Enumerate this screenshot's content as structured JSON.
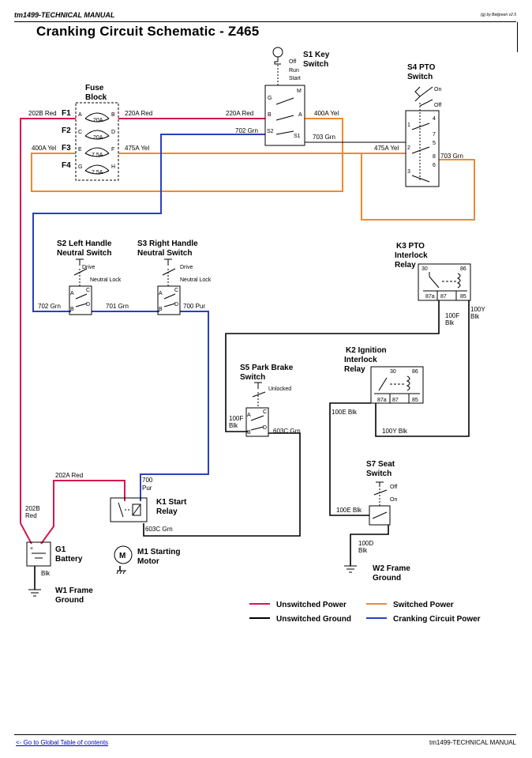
{
  "header": {
    "manual": "tm1499-TECHNICAL MANUAL",
    "copyright": "(g) by Belgreen v2.5"
  },
  "title": "Cranking Circuit Schematic - Z465",
  "colors": {
    "unswitched_power": "#d6174f",
    "switched_power": "#ef8a2d",
    "ground": "#000000",
    "cranking_power": "#2b3fc4"
  },
  "components": {
    "fuse_block": {
      "title1": "Fuse",
      "title2": "Block",
      "fuses": [
        {
          "id": "F1",
          "in": "A",
          "out": "B",
          "rating": "20A"
        },
        {
          "id": "F2",
          "in": "C",
          "out": "D",
          "rating": "20A"
        },
        {
          "id": "F3",
          "in": "E",
          "out": "F",
          "rating": "7.5A"
        },
        {
          "id": "F4",
          "in": "G",
          "out": "H",
          "rating": "7.5A"
        }
      ]
    },
    "s1": {
      "title1": "S1 Key",
      "title2": "Switch",
      "pos": [
        "Off",
        "Run",
        "Start"
      ],
      "terms": [
        "M",
        "G",
        "B",
        "A",
        "S2",
        "S1"
      ]
    },
    "s4": {
      "title1": "S4 PTO",
      "title2": "Switch",
      "pos": [
        "On",
        "Off"
      ],
      "terms": [
        "1",
        "4",
        "7",
        "5",
        "2",
        "8",
        "6",
        "3"
      ]
    },
    "s2": {
      "title1": "S2 Left Handle",
      "title2": "Neutral Switch",
      "pos": [
        "Drive",
        "Neutral Lock"
      ],
      "terms": [
        "A",
        "C",
        "B",
        "D"
      ]
    },
    "s3": {
      "title1": "S3 Right Handle",
      "title2": "Neutral Switch",
      "pos": [
        "Drive",
        "Neutral Lock"
      ],
      "terms": [
        "A",
        "C",
        "B",
        "D"
      ]
    },
    "k3": {
      "title1": "K3 PTO",
      "title2": "Interlock",
      "title3": "Relay",
      "terms": [
        "30",
        "86",
        "87a",
        "87",
        "85"
      ]
    },
    "k2": {
      "title1": "K2 Ignition",
      "title2": "Interlock",
      "title3": "Relay",
      "terms": [
        "30",
        "86",
        "87a",
        "87",
        "85"
      ]
    },
    "s5": {
      "title1": "S5 Park Brake",
      "title2": "Switch",
      "pos": [
        "Unlocked"
      ],
      "terms": [
        "A",
        "C",
        "B",
        "D"
      ]
    },
    "s7": {
      "title1": "S7 Seat",
      "title2": "Switch",
      "pos": [
        "Off",
        "On"
      ]
    },
    "k1": {
      "title1": "K1 Start",
      "title2": "Relay"
    },
    "g1": {
      "title1": "G1",
      "title2": "Battery"
    },
    "m1": {
      "title1": "M1 Starting",
      "title2": "Motor",
      "symbol": "M"
    },
    "w1": {
      "title1": "W1 Frame",
      "title2": "Ground"
    },
    "w2": {
      "title1": "W2 Frame",
      "title2": "Ground"
    }
  },
  "wires": {
    "w202b_red": "202B Red",
    "w220a_red": "220A Red",
    "w220a_red_2": "220A Red",
    "w400a_yel": "400A Yel",
    "w400a_yel_2": "400A Yel",
    "w702_grn": "702 Grn",
    "w703_grn": "703 Grn",
    "w703_grn_2": "703 Grn",
    "w475a_yel": "475A Yel",
    "w475a_yel_2": "475A Yel",
    "w702_grn_2": "702 Grn",
    "w701_grn": "701 Grn",
    "w700_pur": "700 Pur",
    "w700": "700",
    "w_pur": "Pur",
    "w100f": "100F",
    "w_blk1": "Blk",
    "w100y": "100Y",
    "w_blk2": "Blk",
    "w100f_b": "100F",
    "w_blk3": "Blk",
    "w603c_grn": "603C Grn",
    "w603c_grn_2": "603C Grn",
    "w100e_blk": "100E Blk",
    "w100e_blk_2": "100E Blk",
    "w100y_blk": "100Y Blk",
    "w202a_red": "202A Red",
    "w202b": "202B",
    "w_red": "Red",
    "w_blk_bat": "Blk",
    "w100d": "100D",
    "w_blk4": "Blk"
  },
  "legend": [
    {
      "label": "Unswitched Power",
      "color": "#d6174f"
    },
    {
      "label": "Switched Power",
      "color": "#ef8a2d"
    },
    {
      "label": "Unswitched Ground",
      "color": "#000000"
    },
    {
      "label": "Cranking Circuit Power",
      "color": "#2b3fc4"
    }
  ],
  "footer": {
    "link": "<- Go to Global Table of contents",
    "manual": "tm1499-TECHNICAL MANUAL"
  }
}
